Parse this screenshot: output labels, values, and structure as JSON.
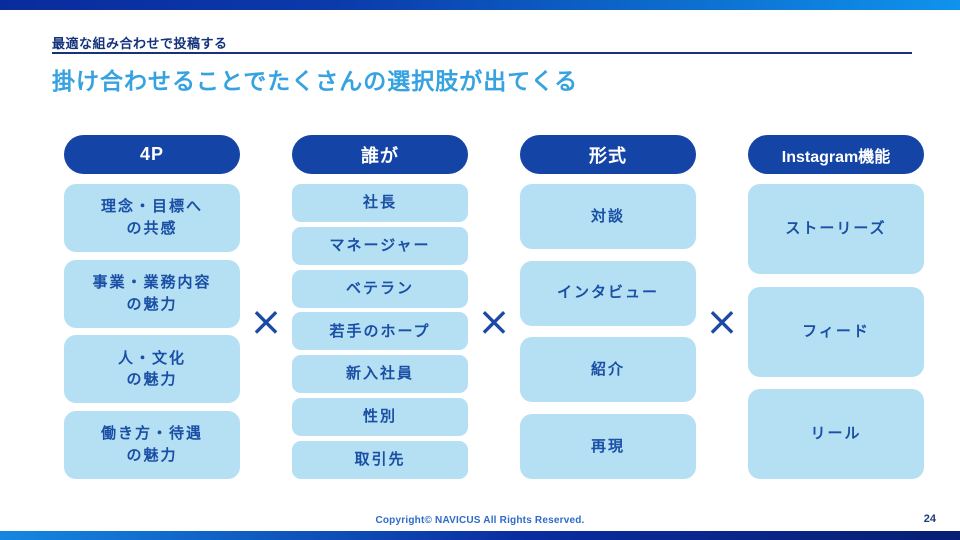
{
  "page": {
    "eyebrow": "最適な組み合わせで投稿する",
    "title": "掛け合わせることでたくさんの選択肢が出てくる",
    "footer": {
      "copyright": "Copyright© NAVICUS All Rights Reserved.",
      "page_number": "24"
    }
  },
  "diagram": {
    "separator": "×",
    "columns": [
      {
        "header": "4P",
        "items": [
          "理念・目標へ\nの共感",
          "事業・業務内容\nの魅力",
          "人・文化\nの魅力",
          "働き方・待遇\nの魅力"
        ]
      },
      {
        "header": "誰が",
        "items": [
          "社長",
          "マネージャー",
          "ベテラン",
          "若手のホープ",
          "新入社員",
          "性別",
          "取引先"
        ]
      },
      {
        "header": "形式",
        "items": [
          "対談",
          "インタビュー",
          "紹介",
          "再現"
        ]
      },
      {
        "header": "Instagram機能",
        "items": [
          "ストーリーズ",
          "フィード",
          "リール"
        ]
      }
    ]
  },
  "theme": {
    "header_pill_bg": "#1344A6",
    "card_bg": "#B5E0F3",
    "card_text": "#1A4FA5",
    "title_blue": "#36A3E0",
    "eyebrow_navy": "#15337C",
    "cross_blue": "#1A4AA5",
    "footer_blue": "#2E6BC8",
    "top_bar_gradient": [
      "#0A2B9E",
      "#0F93EC"
    ],
    "bottom_bar_gradient": [
      "#1487E2",
      "#071F73"
    ]
  }
}
